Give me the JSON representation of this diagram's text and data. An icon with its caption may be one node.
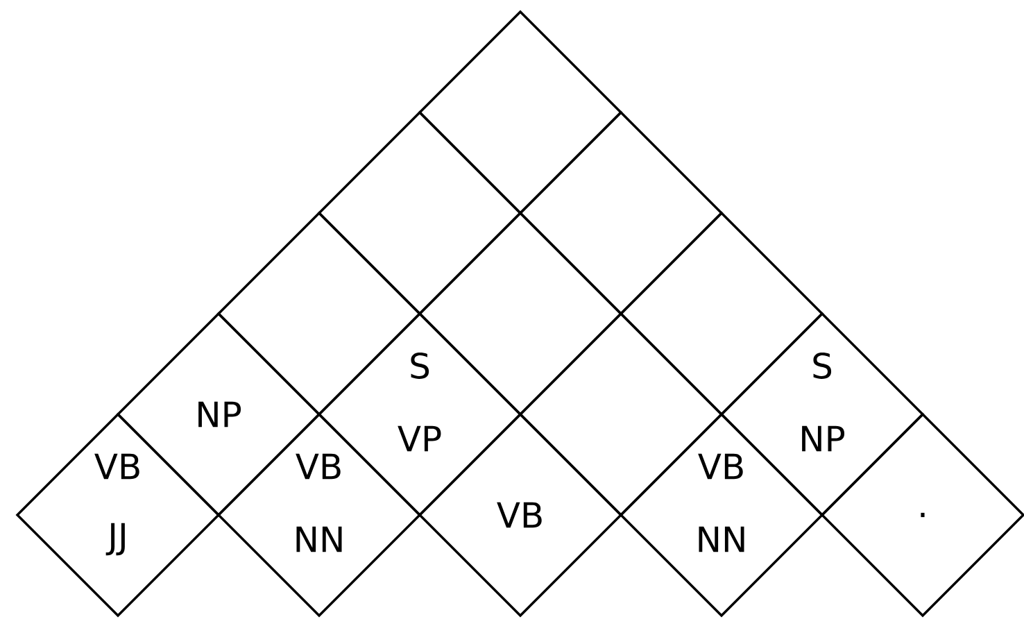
{
  "diagram": {
    "nodes": [
      {
        "text": [],
        "shape": "diamond"
      },
      {
        "text": [],
        "shape": "diamond"
      },
      {
        "text": [],
        "shape": "diamond"
      },
      {
        "text": [],
        "shape": "diamond"
      },
      {
        "text": [],
        "shape": "diamond"
      },
      {
        "text": [],
        "shape": "diamond"
      },
      {
        "text": [
          "NP"
        ]
      },
      {
        "text": [
          "S",
          "VP"
        ]
      },
      {
        "text": [],
        "shape": "diamond"
      },
      {
        "text": [
          "S",
          "NP"
        ]
      },
      {
        "text": [
          "VB",
          "JJ"
        ]
      },
      {
        "text": [
          "VB",
          "NN"
        ]
      },
      {
        "text": [
          "VB"
        ]
      },
      {
        "text": [
          "VB",
          "NN"
        ]
      },
      {
        "text": [
          "."
        ]
      }
    ]
  }
}
